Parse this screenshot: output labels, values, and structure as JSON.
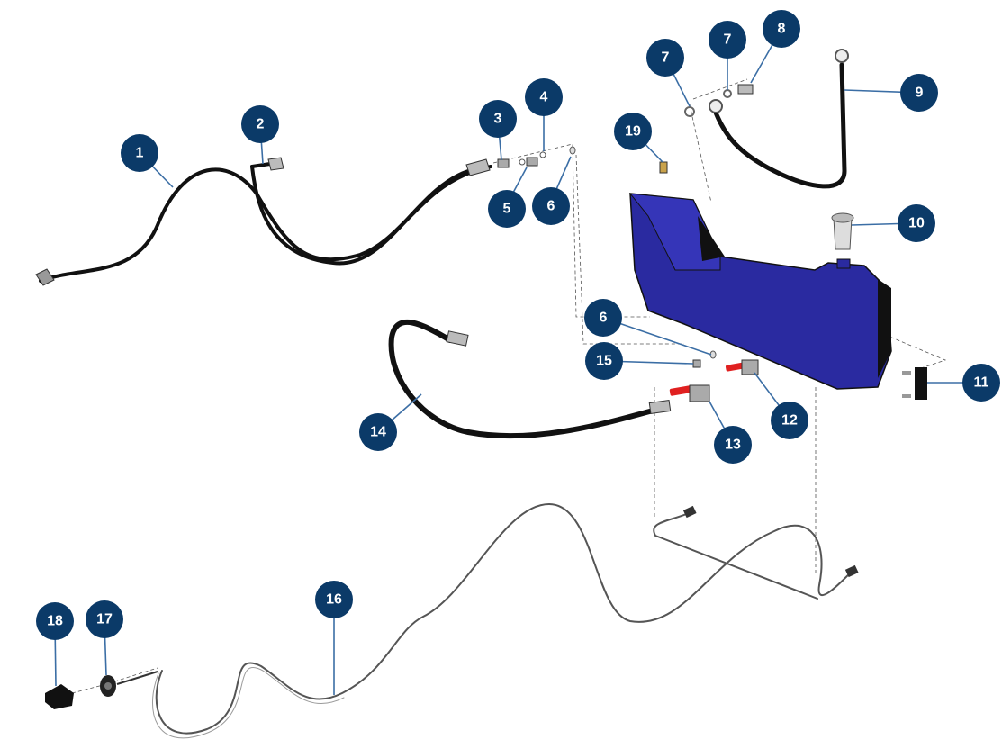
{
  "diagram": {
    "background": "#ffffff",
    "callout_color": "#0b3a68",
    "tank_color": "#2a2aa0",
    "valve_handle_color": "#e02020",
    "callouts": [
      {
        "id": "c1",
        "label": "1"
      },
      {
        "id": "c2",
        "label": "2"
      },
      {
        "id": "c3",
        "label": "3"
      },
      {
        "id": "c4",
        "label": "4"
      },
      {
        "id": "c5",
        "label": "5"
      },
      {
        "id": "c6a",
        "label": "6"
      },
      {
        "id": "c7a",
        "label": "7"
      },
      {
        "id": "c7b",
        "label": "7"
      },
      {
        "id": "c8",
        "label": "8"
      },
      {
        "id": "c9",
        "label": "9"
      },
      {
        "id": "c10",
        "label": "10"
      },
      {
        "id": "c11",
        "label": "11"
      },
      {
        "id": "c12",
        "label": "12"
      },
      {
        "id": "c13",
        "label": "13"
      },
      {
        "id": "c14",
        "label": "14"
      },
      {
        "id": "c15",
        "label": "15"
      },
      {
        "id": "c6b",
        "label": "6"
      },
      {
        "id": "c16",
        "label": "16"
      },
      {
        "id": "c17",
        "label": "17"
      },
      {
        "id": "c18",
        "label": "18"
      },
      {
        "id": "c19",
        "label": "19"
      }
    ]
  }
}
